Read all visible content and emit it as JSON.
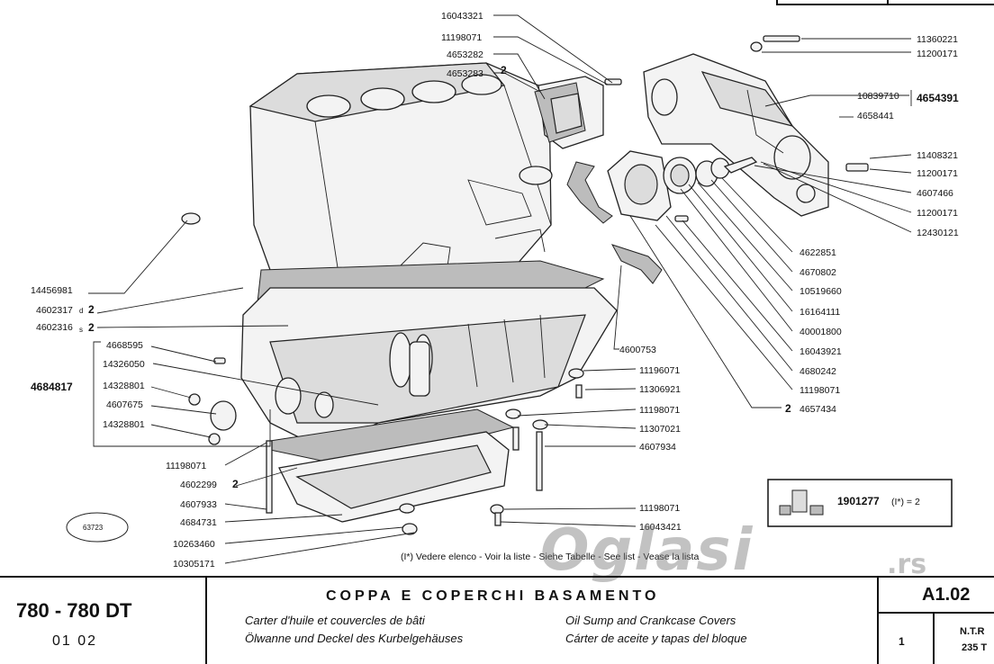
{
  "diagram": {
    "labels_left": {
      "p14456981": "14456981",
      "p4602317": "4602317",
      "p4602317_suffix": "d",
      "p4602317_qty": "2",
      "p4602316": "4602316",
      "p4602316_suffix": "s",
      "p4602316_qty": "2",
      "p4668595": "4668595",
      "p14326050": "14326050",
      "p14328801a": "14328801",
      "p4607675": "4607675",
      "p14328801b": "14328801",
      "group4684817": "4684817",
      "p11198071": "11198071",
      "p4602299": "4602299",
      "p4602299_qty": "2",
      "p4607933": "4607933",
      "p4684731": "4684731",
      "p10263460": "10263460",
      "p10305171": "10305171",
      "ref63723": "63723"
    },
    "labels_top": {
      "p16043321": "16043321",
      "p11198071": "11198071",
      "p4653282": "4653282",
      "p4653283": "4653283",
      "p4653283_qty": "2"
    },
    "labels_right": {
      "p11360221": "11360221",
      "p11200171a": "11200171",
      "p10839710": "10839710",
      "group4654391": "4654391",
      "p4658441": "4658441",
      "p11408321": "11408321",
      "p11200171b": "11200171",
      "p4607466": "4607466",
      "p11200171c": "11200171",
      "p12430121": "12430121",
      "p4622851": "4622851",
      "p4670802": "4670802",
      "p10519660": "10519660",
      "p16164111": "16164111",
      "p40001800": "40001800",
      "p16043921": "16043921",
      "p4680242": "4680242",
      "p11198071": "11198071",
      "p4657434": "4657434",
      "p4657434_qty": "2",
      "p4600753": "4600753",
      "p11196071": "11196071",
      "p11306921": "11306921",
      "p11198071b": "11198071",
      "p11307021": "11307021",
      "p4607934": "4607934",
      "p11198071c": "11198071",
      "p16043421": "16043421"
    },
    "kit": {
      "code": "1901277",
      "note": "(I*) = 2"
    },
    "footnote": "(I*) Vedere elenco - Voir la liste - Siehe Tabelle - See list - Vease la lista"
  },
  "footer": {
    "model": "780 - 780 DT",
    "revision": "01   02",
    "title_it": "COPPA E COPERCHI BASAMENTO",
    "title_fr": "Carter d'huile et couvercles de bâti",
    "title_de": "Ölwanne und Deckel des Kurbelgehäuses",
    "title_en": "Oil Sump and Crankcase Covers",
    "title_es": "Cárter de aceite y tapas del bloque",
    "code": "A1.02",
    "sheet": "1",
    "ntr": "N.T.R",
    "ntr_sub": "235 T"
  },
  "watermark": {
    "text": "Oglasi",
    "tld": ".rs"
  }
}
